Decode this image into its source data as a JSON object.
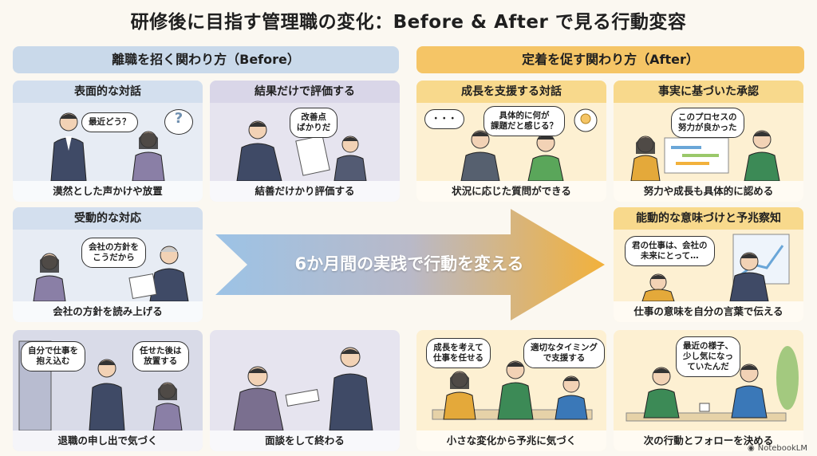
{
  "title": "研修後に目指す管理職の変化：Before & After で見る行動変容",
  "before_header": "離職を招く関わり方（Before）",
  "after_header": "定着を促す関わり方（After）",
  "center_arrow": "6か月間の実践で行動を変える",
  "cards": {
    "b1": {
      "heading": "表面的な対話",
      "bubble1": "最近どう？",
      "bubble2": "?",
      "caption": "漠然とした声かけや放置"
    },
    "b2": {
      "heading": "結果だけで評価する",
      "bubble1": "改善点\nばかりだ",
      "caption": "結善だけかり評価する"
    },
    "b3": {
      "heading": "受動的な対応",
      "bubble1": "会社の方針を\nこうだから",
      "caption": "会社の方針を読み上げる"
    },
    "b4": {
      "bubble1": "自分で仕事を\n抱え込む",
      "bubble2": "任せた後は\n放置する",
      "caption": "退職の申し出で気づく"
    },
    "b5": {
      "caption": "面談をして終わる"
    },
    "a1": {
      "heading": "成長を支援する対話",
      "bubble1": "・・・",
      "bubble2": "具体的に何が\n課題だと感じる？",
      "caption": "状況に応じた質問ができる"
    },
    "a2": {
      "heading": "事実に基づいた承認",
      "bubble1": "このプロセスの\n努力が良かった",
      "caption": "努力や成長も具体的に認める"
    },
    "a3": {
      "heading": "能動的な意味づけと予兆察知",
      "bubble1": "君の仕事は、会社の\n未来にとって…",
      "caption": "仕事の意味を自分の言葉で伝える"
    },
    "a4": {
      "bubble1": "成長を考えて\n仕事を任せる",
      "bubble2": "適切なタイミング\nで支援する",
      "caption": "小さな変化から予兆に気づく"
    },
    "a5": {
      "bubble1": "最近の様子、\n少し気になっ\nていたんだ",
      "caption": "次の行動とフォローを決める"
    }
  },
  "brand": "NotebookLM",
  "colors": {
    "before": "#c9d9ea",
    "after": "#f5c566",
    "arrow_start": "#9cc3e6",
    "arrow_end": "#f2b13b"
  }
}
